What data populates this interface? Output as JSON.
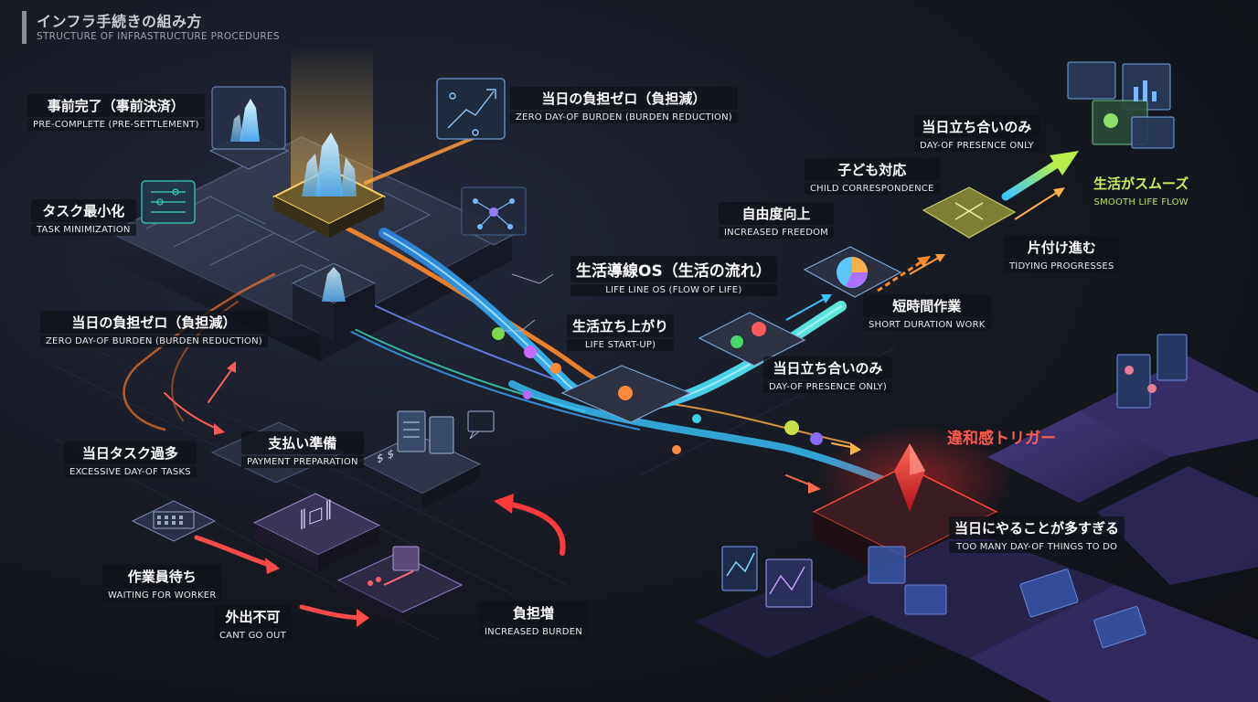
{
  "header": {
    "title": "インフラ手続きの組み方",
    "subtitle": "STRUCTURE OF INFRASTRUCTURE PROCEDURES"
  },
  "labels": {
    "pre_complete": {
      "jp": "事前完了（事前決済）",
      "en": "PRE-COMPLETE (PRE-SETTLEMENT)"
    },
    "zero_burden_top": {
      "jp": "当日の負担ゼロ（負担減）",
      "en": "ZERO DAY-OF BURDEN (BURDEN REDUCTION)"
    },
    "task_min": {
      "jp": "タスク最小化",
      "en": "TASK MINIMIZATION"
    },
    "zero_burden_left": {
      "jp": "当日の負担ゼロ（負担減）",
      "en": "ZERO DAY-OF BURDEN (BURDEN REDUCTION)"
    },
    "life_line_os": {
      "jp": "生活導線OS（生活の流れ）",
      "en": "LIFE LINE OS (FLOW OF LIFE)"
    },
    "life_startup": {
      "jp": "生活立ち上がり",
      "en": "LIFE START-UP)"
    },
    "presence_mid": {
      "jp": "当日立ち合いのみ",
      "en": "DAY-OF PRESENCE ONLY)"
    },
    "short_work": {
      "jp": "短時間作業",
      "en": "SHORT DURATION WORK"
    },
    "freedom": {
      "jp": "自由度向上",
      "en": "INCREASED FREEDOM"
    },
    "child": {
      "jp": "子ども対応",
      "en": "CHILD CORRESPONDENCE"
    },
    "presence_top": {
      "jp": "当日立ち合いのみ",
      "en": "DAY-OF PRESENCE ONLY"
    },
    "smooth": {
      "jp": "生活がスムーズ",
      "en": "SMOOTH LIFE FLOW"
    },
    "tidying": {
      "jp": "片付け進む",
      "en": "TIDYING PROGRESSES"
    },
    "excess_tasks": {
      "jp": "当日タスク過多",
      "en": "EXCESSIVE DAY-OF TASKS"
    },
    "payment": {
      "jp": "支払い準備",
      "en": "PAYMENT PREPARATION"
    },
    "waiting": {
      "jp": "作業員待ち",
      "en": "WAITING FOR WORKER"
    },
    "cant_go": {
      "jp": "外出不可",
      "en": "CANT GO OUT"
    },
    "burden_up": {
      "jp": "負担増",
      "en": "INCREASED BURDEN"
    },
    "trigger": {
      "jp": "違和感トリガー"
    },
    "too_many": {
      "jp": "当日にやることが多すぎる",
      "en": "TOO MANY DAY-OF THINGS TO DO"
    }
  },
  "panel_glyphs": {
    "payment_symbol": "$ $",
    "calc_symbol": "║□║"
  },
  "colors": {
    "bg": "#15181f",
    "crystal": "#7fd3ff",
    "flow_blue": "#39c6ff",
    "flow_orange": "#ff8a2a",
    "success_green": "#a8e34a",
    "alert_red": "#ff3b30"
  },
  "icons": [
    "crystal-icon",
    "circuit-icon",
    "network-icon",
    "pie-chart-icon",
    "move-arrows-icon",
    "document-icon",
    "calculator-icon",
    "chat-icon"
  ]
}
